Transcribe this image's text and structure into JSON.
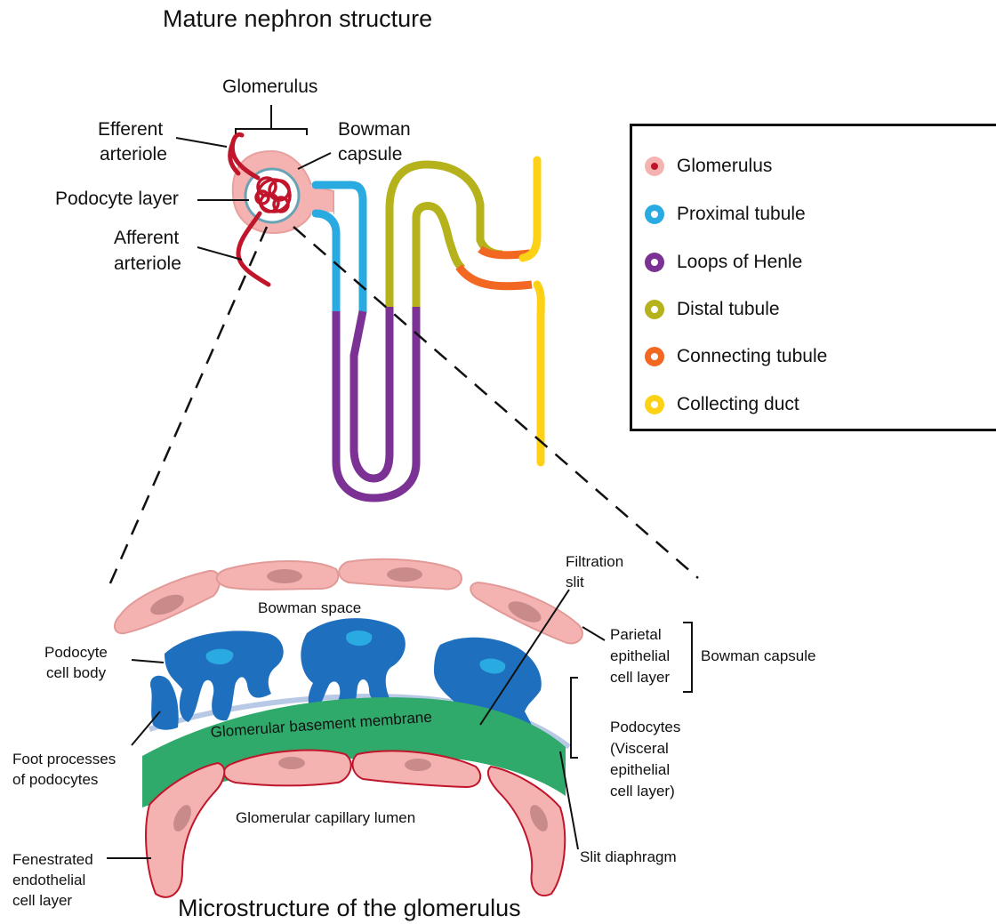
{
  "title_top": "Mature nephron structure",
  "title_bottom": "Microstructure of the glomerulus",
  "nephron_labels": {
    "glomerulus": "Glomerulus",
    "efferent_1": "Efferent",
    "efferent_2": "arteriole",
    "bowman_1": "Bowman",
    "bowman_2": "capsule",
    "podocyte_layer": "Podocyte layer",
    "afferent_1": "Afferent",
    "afferent_2": "arteriole"
  },
  "legend": [
    {
      "label": "Glomerulus",
      "color": "#f4b3b1"
    },
    {
      "label": "Proximal tubule",
      "color": "#29abe2"
    },
    {
      "label": "Loops of Henle",
      "color": "#7b3294"
    },
    {
      "label": "Distal tubule",
      "color": "#b5b21b"
    },
    {
      "label": "Connecting tubule",
      "color": "#f26722"
    },
    {
      "label": "Collecting duct",
      "color": "#fcd116"
    }
  ],
  "micro_labels": {
    "filtration_1": "Filtration",
    "filtration_2": "slit",
    "bowman_space": "Bowman space",
    "parietal_1": "Parietal",
    "parietal_2": "epithelial",
    "parietal_3": "cell layer",
    "bowman_capsule": "Bowman capsule",
    "podo_body_1": "Podocyte",
    "podo_body_2": "cell body",
    "podocytes_1": "Podocytes",
    "podocytes_2": "(Visceral",
    "podocytes_3": "epithelial",
    "podocytes_4": "cell layer)",
    "gbm": "Glomerular basement membrane",
    "foot_1": "Foot processes",
    "foot_2": "of podocytes",
    "lumen": "Glomerular capillary lumen",
    "slit_diaphragm": "Slit diaphragm",
    "fenestrated_1": "Fenestrated",
    "fenestrated_2": "endothelial",
    "fenestrated_3": "cell layer"
  },
  "colors": {
    "glomerulus": "#f4b3b1",
    "vessel": "#c0152b",
    "proximal": "#29abe2",
    "henle": "#7b3294",
    "distal": "#b5b21b",
    "connecting": "#f26722",
    "collecting": "#fcd116",
    "podocyte": "#1f6fbf",
    "membrane": "#2faa6b",
    "parietal": "#f4b3b1"
  }
}
